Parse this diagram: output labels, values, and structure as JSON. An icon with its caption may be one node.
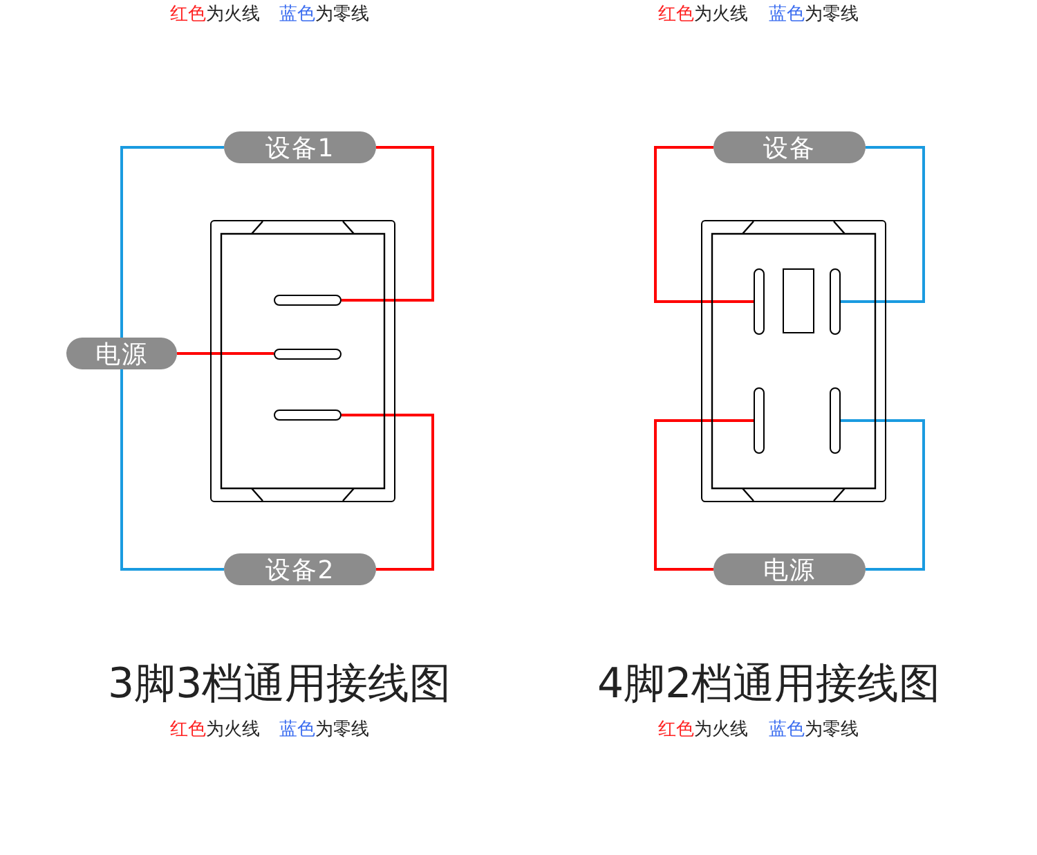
{
  "diagram": {
    "nodes": [
      {
        "text": [
          "设备1"
        ]
      },
      {
        "text": [
          "电源"
        ]
      },
      {
        "text": [
          "设备2"
        ]
      },
      {
        "text": [],
        "shape": "box"
      },
      {
        "text": [],
        "shape": "bar",
        "in": 3
      },
      {
        "text": [],
        "shape": "bar",
        "in": 3
      },
      {
        "text": [],
        "shape": "bar",
        "in": 3
      },
      {
        "text": [
          "设备"
        ]
      },
      {
        "text": [
          "电源"
        ]
      },
      {
        "text": [],
        "shape": "box"
      },
      {
        "text": [],
        "shape": "bar",
        "in": 9
      },
      {
        "text": [],
        "shape": "bar",
        "in": 9
      },
      {
        "text": [],
        "shape": "bar",
        "in": 9
      },
      {
        "text": [],
        "shape": "bar",
        "in": 9
      }
    ],
    "edges": [
      {
        "from": 0,
        "to": 4,
        "arrow": "none"
      },
      {
        "from": 1,
        "to": 5,
        "arrow": "none"
      },
      {
        "from": 2,
        "to": 6,
        "arrow": "none"
      },
      {
        "from": 1,
        "to": 0,
        "arrow": "none",
        "color": "#1a9be0"
      },
      {
        "from": 1,
        "to": 2,
        "arrow": "none",
        "color": "#1a9be0"
      },
      {
        "from": 7,
        "to": 10,
        "arrow": "none"
      },
      {
        "from": 7,
        "to": 11,
        "arrow": "none",
        "color": "#1a9be0"
      },
      {
        "from": 8,
        "to": 12,
        "arrow": "none"
      },
      {
        "from": 8,
        "to": 13,
        "arrow": "none",
        "color": "#1a9be0"
      }
    ],
    "labels": [
      "红色为火线",
      "蓝色为零线",
      "红色为火线",
      "蓝色为零线",
      "3脚3档通用接线图",
      "红色为火线",
      "蓝色为零线",
      "4脚2档通用接线图",
      "红色为火线",
      "蓝色为零线"
    ]
  }
}
